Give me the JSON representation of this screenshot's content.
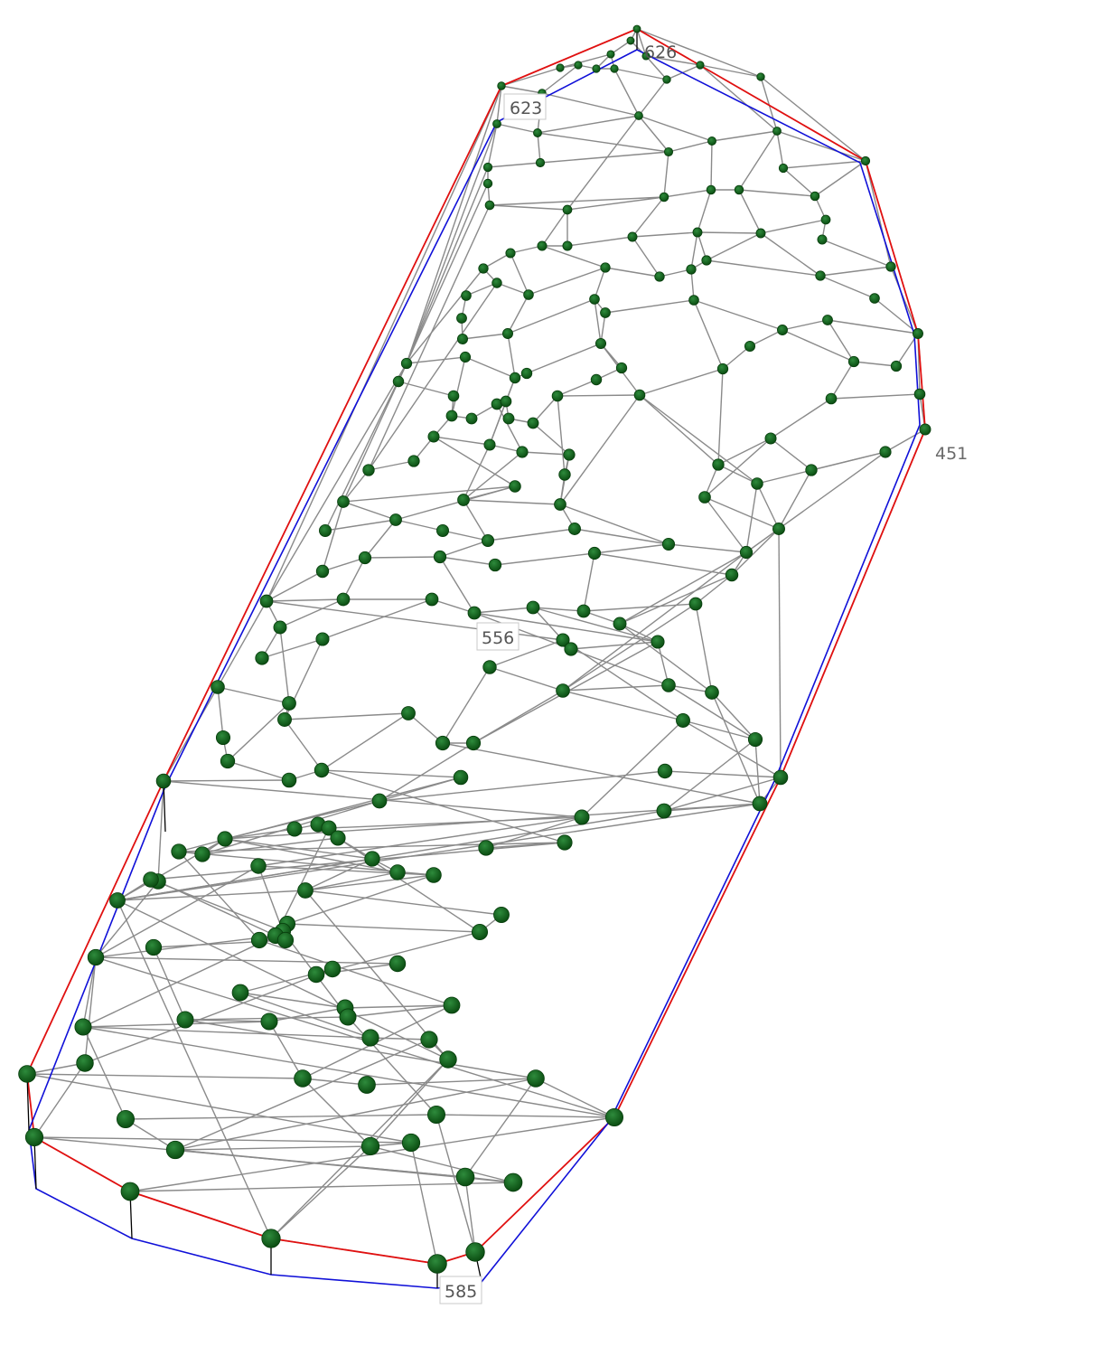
{
  "colors": {
    "background": "#ffffff",
    "mesh_edge": "#8a8a8a",
    "boundary_outer": "#e01010",
    "boundary_inner": "#1010d8",
    "connector": "#000000",
    "node_fill": "#0b5a16",
    "node_highlight": "#2e8b3c"
  },
  "labels": {
    "node_626": "626",
    "node_623": "623",
    "node_451": "451",
    "node_556": "556",
    "node_585": "585"
  }
}
